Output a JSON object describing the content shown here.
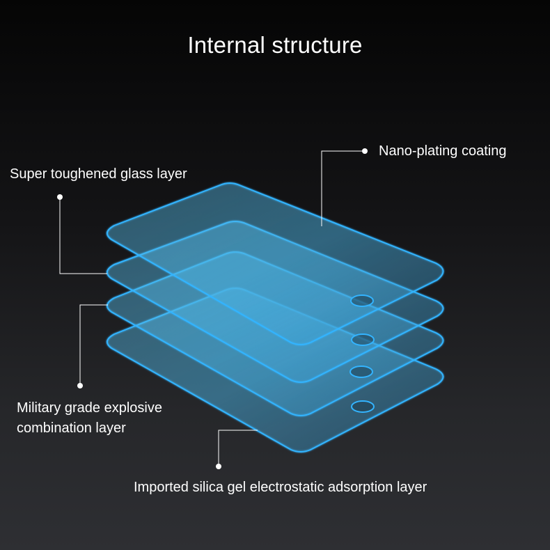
{
  "title": "Internal structure",
  "labels": {
    "nano_plating": "Nano-plating coating",
    "toughened_glass": "Super toughened glass layer",
    "military_line1": "Military grade explosive",
    "military_line2": "combination layer",
    "silica_gel": "Imported silica gel electrostatic adsorption layer"
  },
  "layers": [
    "Nano-plating coating",
    "Super toughened glass layer",
    "Military grade explosive combination layer",
    "Imported silica gel electrostatic adsorption layer"
  ],
  "colors": {
    "glass_edge": "#33b4ff",
    "glass_fill": "#4ab0e0",
    "callout_line": "#ffffff",
    "text": "#ffffff"
  }
}
